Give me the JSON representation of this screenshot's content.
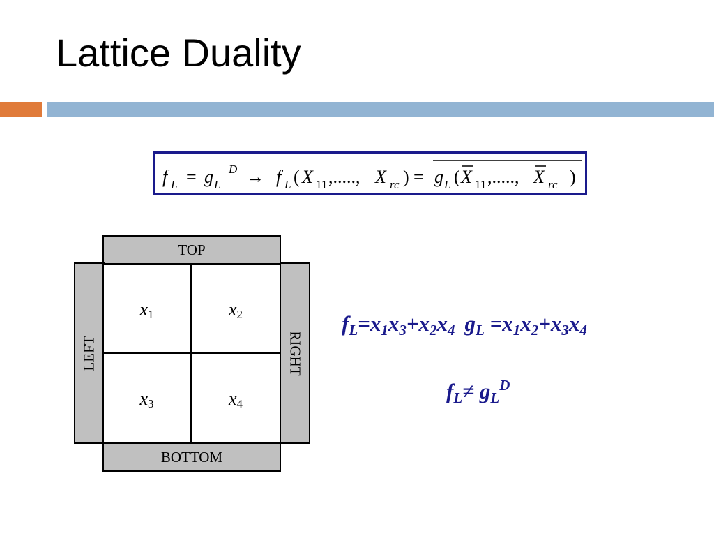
{
  "slide": {
    "title": "Lattice Duality"
  },
  "formula": {
    "text": "f_L = g_L^D → f_L(X_11,.....,X_rc) = ¬g_L(¬X_11,.....,¬X_rc)"
  },
  "lattice": {
    "top_label": "TOP",
    "bottom_label": "BOTTOM",
    "left_label": "LEFT",
    "right_label": "RIGHT",
    "cells": [
      {
        "var": "x",
        "sub": "1"
      },
      {
        "var": "x",
        "sub": "2"
      },
      {
        "var": "x",
        "sub": "3"
      },
      {
        "var": "x",
        "sub": "4"
      }
    ]
  },
  "equations": {
    "eq1": "fL=x1x3+x2x4 gL =x1x2+x3x4",
    "eq2": "fL ≠ gLD"
  },
  "colors": {
    "accent_orange": "#e07b3a",
    "accent_blue": "#92b4d3",
    "formula_color": "#1a1a8c"
  }
}
